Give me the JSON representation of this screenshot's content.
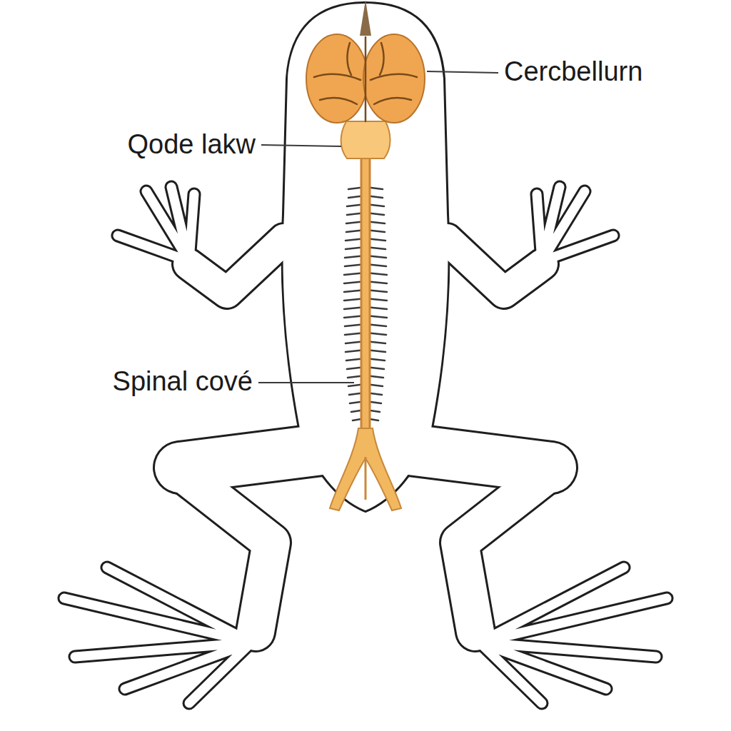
{
  "diagram": {
    "labels": [
      "Cercbellurn",
      "Qode lakw",
      "Spinal cové"
    ]
  }
}
